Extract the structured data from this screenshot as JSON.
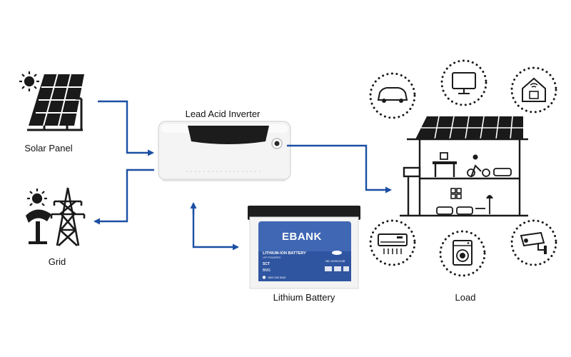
{
  "labels": {
    "solar_panel": "Solar Panel",
    "grid": "Grid",
    "inverter": "Lead Acid Inverter",
    "battery": "Lithium Battery",
    "load": "Load"
  },
  "battery_face": {
    "brand": "BANK",
    "brand_prefix": "E",
    "line1": "LITHIUM-ION BATTERY",
    "line2": "LFP POWERED",
    "model": "NE-12001210B",
    "badge": "SCT",
    "bms": "BMS",
    "phone": "1800 300 5045"
  },
  "colors": {
    "arrow": "#1b4fa3",
    "battery_label": "#3f67b3",
    "icon_stroke": "#1a1a1a"
  },
  "load_icons": [
    "car-icon",
    "monitor-icon",
    "smart-home-icon",
    "air-conditioner-icon",
    "washing-machine-icon",
    "cctv-camera-icon"
  ]
}
